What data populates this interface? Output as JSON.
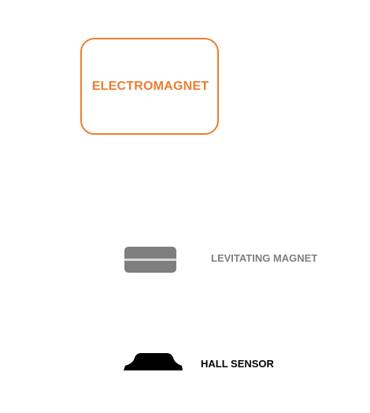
{
  "electromagnet": {
    "label": "ELECTROMAGNET",
    "color": "#ED7D31"
  },
  "levitating_magnet": {
    "label": "LEVITATING MAGNET",
    "body_color": "#7F7F7F",
    "stripe_color": "#D9D9D9"
  },
  "hall_sensor": {
    "label": "HALL SENSOR",
    "color": "#000000"
  }
}
